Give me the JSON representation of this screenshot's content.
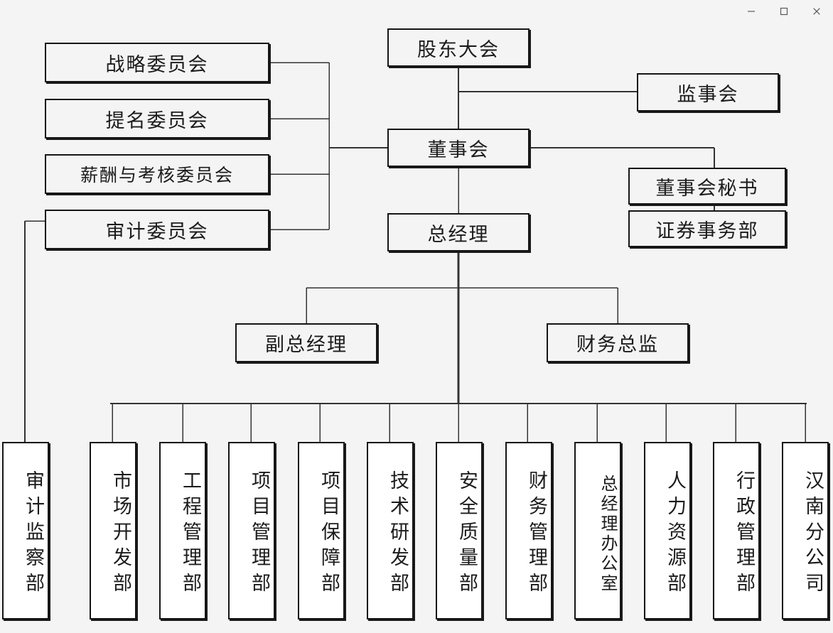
{
  "window": {
    "title": "",
    "controls": [
      {
        "name": "minimize",
        "glyph": "minimize-icon"
      },
      {
        "name": "maximize",
        "glyph": "maximize-icon"
      },
      {
        "name": "close",
        "glyph": "close-icon"
      }
    ]
  },
  "chart_data": {
    "type": "diagram",
    "diagram_kind": "organization-chart",
    "title": "",
    "orientation": "top-down",
    "nodes": [
      {
        "id": "shareholders",
        "label": "股东大会",
        "level": 0,
        "orient": "horizontal"
      },
      {
        "id": "supervisors",
        "label": "监事会",
        "level": 1,
        "orient": "horizontal"
      },
      {
        "id": "board",
        "label": "董事会",
        "level": 1,
        "orient": "horizontal"
      },
      {
        "id": "board-secretary",
        "label": "董事会秘书",
        "level": 2,
        "orient": "horizontal"
      },
      {
        "id": "securities",
        "label": "证券事务部",
        "level": 3,
        "orient": "horizontal"
      },
      {
        "id": "strategy-cmte",
        "label": "战略委员会",
        "level": 1,
        "orient": "horizontal"
      },
      {
        "id": "nomination-cmte",
        "label": "提名委员会",
        "level": 1,
        "orient": "horizontal"
      },
      {
        "id": "remuneration-cmte",
        "label": "薪酬与考核委员会",
        "level": 1,
        "orient": "horizontal"
      },
      {
        "id": "audit-cmte",
        "label": "审计委员会",
        "level": 1,
        "orient": "horizontal"
      },
      {
        "id": "general-manager",
        "label": "总经理",
        "level": 2,
        "orient": "horizontal"
      },
      {
        "id": "deputy-gm",
        "label": "副总经理",
        "level": 3,
        "orient": "horizontal"
      },
      {
        "id": "cfo",
        "label": "财务总监",
        "level": 3,
        "orient": "horizontal"
      },
      {
        "id": "audit-dept",
        "label": "审计监察部",
        "level": 4,
        "orient": "vertical"
      },
      {
        "id": "market-dept",
        "label": "市场开发部",
        "level": 4,
        "orient": "vertical"
      },
      {
        "id": "engineering-dept",
        "label": "工程管理部",
        "level": 4,
        "orient": "vertical"
      },
      {
        "id": "project-mgmt-dept",
        "label": "项目管理部",
        "level": 4,
        "orient": "vertical"
      },
      {
        "id": "project-support-dept",
        "label": "项目保障部",
        "level": 4,
        "orient": "vertical"
      },
      {
        "id": "rnd-dept",
        "label": "技术研发部",
        "level": 4,
        "orient": "vertical"
      },
      {
        "id": "safety-dept",
        "label": "安全质量部",
        "level": 4,
        "orient": "vertical"
      },
      {
        "id": "finance-dept",
        "label": "财务管理部",
        "level": 4,
        "orient": "vertical"
      },
      {
        "id": "gm-office",
        "label": "总经理办公室",
        "level": 4,
        "orient": "vertical"
      },
      {
        "id": "hr-dept",
        "label": "人力资源部",
        "level": 4,
        "orient": "vertical"
      },
      {
        "id": "admin-dept",
        "label": "行政管理部",
        "level": 4,
        "orient": "vertical"
      },
      {
        "id": "hannan-branch",
        "label": "汉南分公司",
        "level": 4,
        "orient": "vertical"
      }
    ],
    "edges": [
      {
        "from": "shareholders",
        "to": "board"
      },
      {
        "from": "shareholders",
        "to": "supervisors"
      },
      {
        "from": "board",
        "to": "strategy-cmte"
      },
      {
        "from": "board",
        "to": "nomination-cmte"
      },
      {
        "from": "board",
        "to": "remuneration-cmte"
      },
      {
        "from": "board",
        "to": "audit-cmte"
      },
      {
        "from": "board",
        "to": "board-secretary"
      },
      {
        "from": "board",
        "to": "general-manager"
      },
      {
        "from": "board-secretary",
        "to": "securities"
      },
      {
        "from": "audit-cmte",
        "to": "audit-dept"
      },
      {
        "from": "general-manager",
        "to": "deputy-gm"
      },
      {
        "from": "general-manager",
        "to": "cfo"
      },
      {
        "from": "general-manager",
        "to": "market-dept"
      },
      {
        "from": "general-manager",
        "to": "engineering-dept"
      },
      {
        "from": "general-manager",
        "to": "project-mgmt-dept"
      },
      {
        "from": "general-manager",
        "to": "project-support-dept"
      },
      {
        "from": "general-manager",
        "to": "rnd-dept"
      },
      {
        "from": "general-manager",
        "to": "safety-dept"
      },
      {
        "from": "general-manager",
        "to": "finance-dept"
      },
      {
        "from": "general-manager",
        "to": "gm-office"
      },
      {
        "from": "general-manager",
        "to": "hr-dept"
      },
      {
        "from": "general-manager",
        "to": "admin-dept"
      },
      {
        "from": "general-manager",
        "to": "hannan-branch"
      }
    ],
    "colors": {
      "background": "#f4f4f4",
      "node_fill": "#f4f4f4",
      "leaf_fill": "#ffffff",
      "border": "#151515",
      "connector": "#333333",
      "text": "#1b1b1b"
    }
  }
}
